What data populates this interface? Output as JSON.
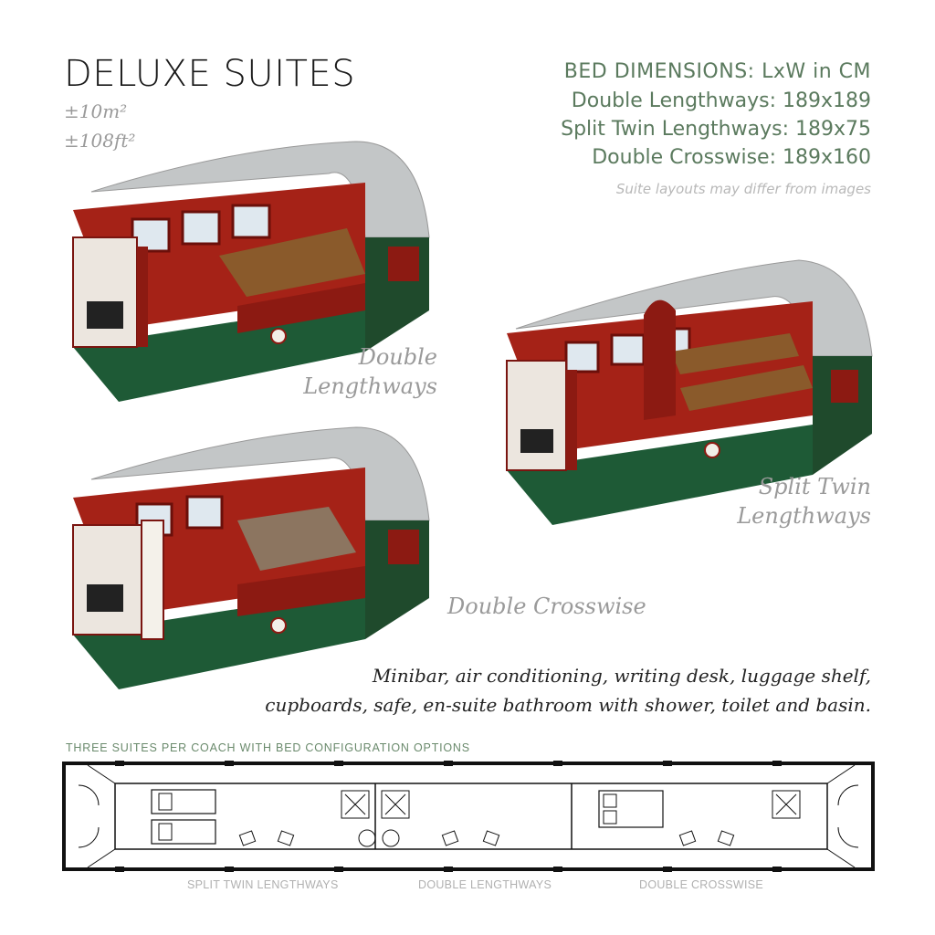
{
  "header": {
    "title": "DELUXE SUITES",
    "area_m": "±10m²",
    "area_ft": "±108ft²"
  },
  "dimensions": {
    "heading": "BED DIMENSIONS: LxW in CM",
    "lines": [
      "Double Lengthways: 189x189",
      "Split Twin Lengthways: 189x75",
      "Double Crosswise: 189x160"
    ],
    "note": "Suite layouts may differ from images"
  },
  "illustrations": {
    "double_lengthways": [
      "Double",
      "Lengthways"
    ],
    "split_twin": [
      "Split Twin",
      "Lengthways"
    ],
    "double_crosswise": "Double Crosswise"
  },
  "amenities": [
    "Minibar, air conditioning, writing desk, luggage shelf,",
    "cupboards, safe, en-suite bathroom with shower, toilet and basin."
  ],
  "plan": {
    "title": "THREE SUITES PER COACH WITH BED CONFIGURATION OPTIONS",
    "labels": [
      "SPLIT TWIN LENGTHWAYS",
      "DOUBLE LENGTHWAYS",
      "DOUBLE CROSSWISE"
    ]
  },
  "colors": {
    "wood_red": "#9b1c14",
    "carpet_green": "#1e5a36",
    "coach_green": "#1f4a2c",
    "roof_silver": "#b9bcbd",
    "text_green": "#5b7a5e"
  }
}
